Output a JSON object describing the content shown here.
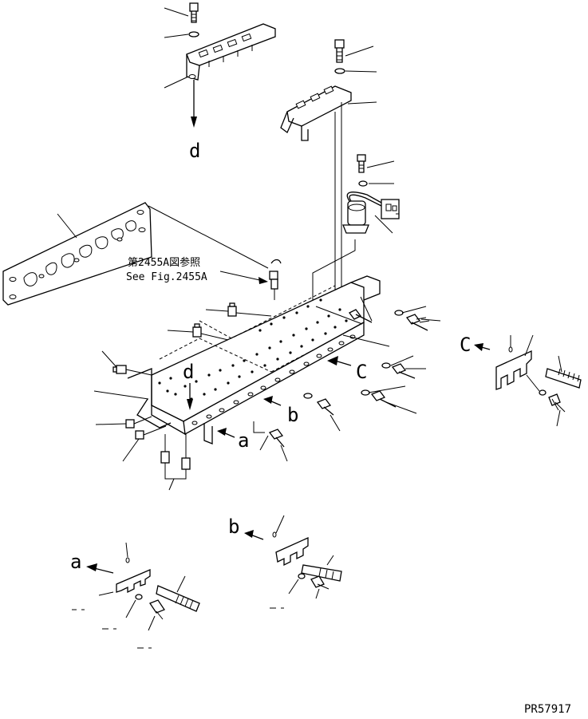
{
  "figure": {
    "code": "PR57917",
    "reference_jp": "第2455A図参照",
    "reference_en": "See Fig.2455A",
    "view_labels": {
      "d_top": "d",
      "d_body": "d",
      "C_body": "C",
      "C_detail": "C",
      "b_body": "b",
      "b_detail": "b",
      "a_body": "a",
      "a_detail": "a"
    }
  }
}
